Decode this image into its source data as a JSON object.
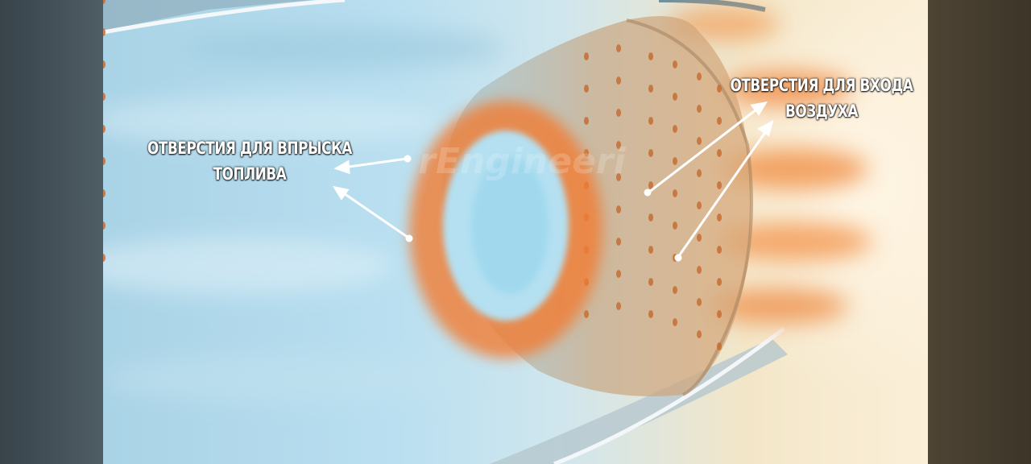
{
  "labels": {
    "fuel_holes": [
      "ОТВЕРСТИЯ ДЛЯ ВПРЫСКА",
      "ТОПЛИВА"
    ],
    "air_holes": [
      "ОТВЕРСТИЯ ДЛЯ ВХОДА",
      "ВОЗДУХА"
    ]
  },
  "colors": {
    "flame": "#f08a3c",
    "air": "#a9d3e6",
    "liner": "#b99a7c",
    "arrow": "#ffffff"
  }
}
